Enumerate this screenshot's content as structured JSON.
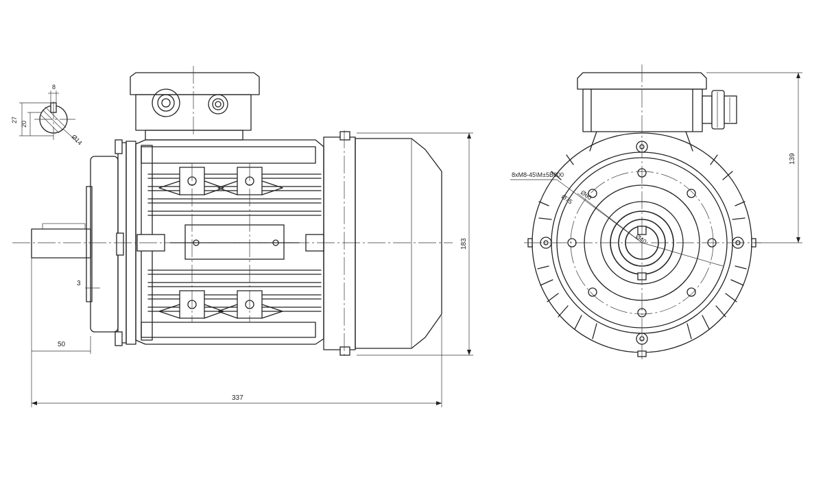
{
  "dimensions": {
    "overall_length": "337",
    "shaft_length": "50",
    "shoulder": "3",
    "height": "183",
    "shaft_height": "139",
    "key_width": "8",
    "key_depth": "20",
    "key_height": "27",
    "shaft_diameter": "Ø14",
    "bolt_circle_1": "Ø75",
    "bolt_circle_2": "Ø60",
    "spigot_diameter": "Ø40",
    "thread_note": "8xM8-45\\M±5B000"
  },
  "colors": {
    "line": "#222222",
    "background": "#ffffff"
  }
}
